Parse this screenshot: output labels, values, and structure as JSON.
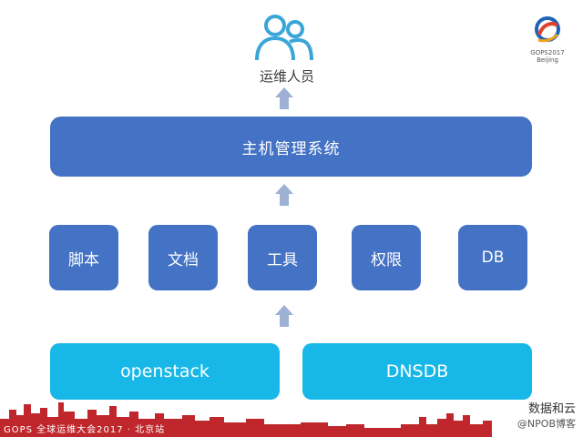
{
  "top": {
    "label": "运维人员"
  },
  "logo": {
    "line1": "GOPS2017",
    "line2": "Beijing"
  },
  "system": {
    "label": "主机管理系统"
  },
  "modules": [
    "脚本",
    "文档",
    "工具",
    "权限",
    "DB"
  ],
  "bases": [
    "openstack",
    "DNSDB"
  ],
  "footer": {
    "text": "GOPS 全球运维大会2017 · 北京站"
  },
  "watermark": {
    "line1": "数据和云",
    "line2": "@NPOB博客"
  },
  "colors": {
    "primary": "#4472c4",
    "base": "#17b8e8",
    "arrow": "#9db1d4",
    "skyline": "#c0272d"
  }
}
